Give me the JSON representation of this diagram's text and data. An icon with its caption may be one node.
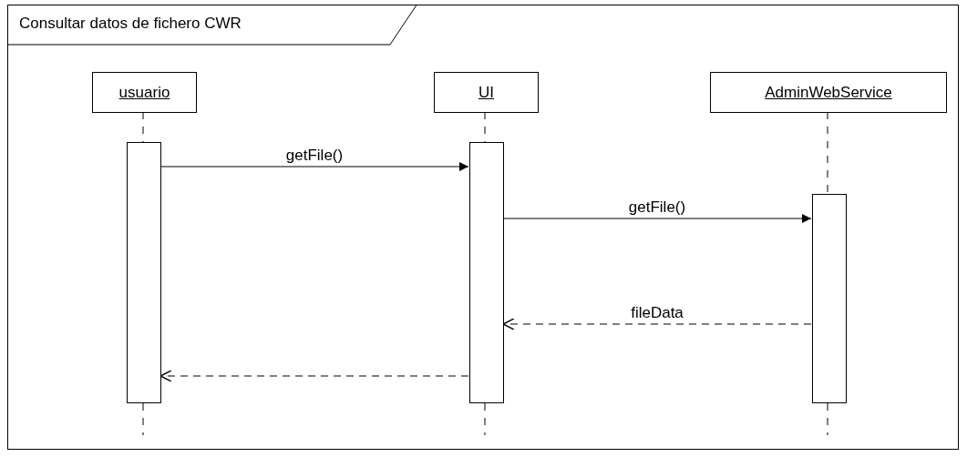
{
  "diagram": {
    "nodes": [
      {
        "text": [
          "Consultar datos de fichero CWR"
        ]
      },
      {
        "text": [
          "usuario"
        ],
        "in": 0
      },
      {
        "text": [
          "UI"
        ],
        "in": 0
      },
      {
        "text": [
          "AdminWebService"
        ],
        "in": 0
      },
      {
        "text": [],
        "shape": "bar",
        "in": 0
      },
      {
        "text": [],
        "shape": "bar",
        "in": 0
      },
      {
        "text": [],
        "shape": "bar",
        "in": 0
      }
    ],
    "edges": [
      {
        "from": 4,
        "to": 5,
        "arrow": "to",
        "label": "getFile()"
      },
      {
        "from": 5,
        "to": 6,
        "arrow": "to",
        "label": "getFile()"
      },
      {
        "from": 6,
        "to": 5,
        "arrow": "to",
        "label": "fileData",
        "style": "dashed"
      },
      {
        "from": 5,
        "to": 4,
        "arrow": "to",
        "style": "dashed"
      }
    ]
  }
}
